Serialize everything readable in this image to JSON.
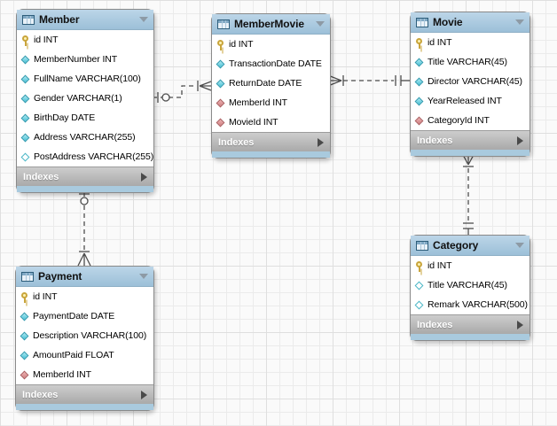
{
  "diagram": {
    "tables": [
      {
        "name": "Member",
        "footer": "Indexes",
        "columns": [
          {
            "label": "id INT",
            "icon": "key"
          },
          {
            "label": "MemberNumber INT",
            "icon": "diamond-filled"
          },
          {
            "label": "FullName VARCHAR(100)",
            "icon": "diamond-filled"
          },
          {
            "label": "Gender VARCHAR(1)",
            "icon": "diamond-filled"
          },
          {
            "label": "BirthDay DATE",
            "icon": "diamond-filled"
          },
          {
            "label": "Address VARCHAR(255)",
            "icon": "diamond-filled"
          },
          {
            "label": "PostAddress VARCHAR(255)",
            "icon": "diamond-hollow"
          }
        ]
      },
      {
        "name": "MemberMovie",
        "footer": "Indexes",
        "columns": [
          {
            "label": "id INT",
            "icon": "key"
          },
          {
            "label": "TransactionDate DATE",
            "icon": "diamond-filled"
          },
          {
            "label": "ReturnDate DATE",
            "icon": "diamond-filled"
          },
          {
            "label": "MemberId INT",
            "icon": "diamond-red"
          },
          {
            "label": "MovieId INT",
            "icon": "diamond-red"
          }
        ]
      },
      {
        "name": "Movie",
        "footer": "Indexes",
        "columns": [
          {
            "label": "id INT",
            "icon": "key"
          },
          {
            "label": "Title VARCHAR(45)",
            "icon": "diamond-filled"
          },
          {
            "label": "Director VARCHAR(45)",
            "icon": "diamond-filled"
          },
          {
            "label": "YearReleased INT",
            "icon": "diamond-filled"
          },
          {
            "label": "CategoryId INT",
            "icon": "diamond-red"
          }
        ]
      },
      {
        "name": "Category",
        "footer": "Indexes",
        "columns": [
          {
            "label": "id INT",
            "icon": "key"
          },
          {
            "label": "Title VARCHAR(45)",
            "icon": "diamond-hollow"
          },
          {
            "label": "Remark VARCHAR(500)",
            "icon": "diamond-hollow"
          }
        ]
      },
      {
        "name": "Payment",
        "footer": "Indexes",
        "columns": [
          {
            "label": "id INT",
            "icon": "key"
          },
          {
            "label": "PaymentDate DATE",
            "icon": "diamond-filled"
          },
          {
            "label": "Description VARCHAR(100)",
            "icon": "diamond-filled"
          },
          {
            "label": "AmountPaid FLOAT",
            "icon": "diamond-filled"
          },
          {
            "label": "MemberId INT",
            "icon": "diamond-red"
          }
        ]
      }
    ],
    "relationships": [
      {
        "from": "MemberMovie",
        "from_end": "one-or-many",
        "to": "Member",
        "to_end": "zero-or-one",
        "line": "dashed"
      },
      {
        "from": "MemberMovie",
        "from_end": "one-or-many",
        "to": "Movie",
        "to_end": "exactly-one",
        "line": "dashed"
      },
      {
        "from": "Payment",
        "from_end": "one-or-many",
        "to": "Member",
        "to_end": "zero-or-one",
        "line": "dashed"
      },
      {
        "from": "Movie",
        "from_end": "one-or-many",
        "to": "Category",
        "to_end": "exactly-one",
        "line": "dashed"
      }
    ]
  },
  "colors": {
    "header_blue": "#a9cade",
    "indexes_gray": "#b9b9b9",
    "key_yellow": "#f5d76e",
    "column_cyan": "#62cfdf",
    "foreign_key_red": "#d68b8b",
    "relationship_line": "#4d4d4d",
    "grid_line": "#ebebeb",
    "canvas_bg": "#fafafa"
  }
}
